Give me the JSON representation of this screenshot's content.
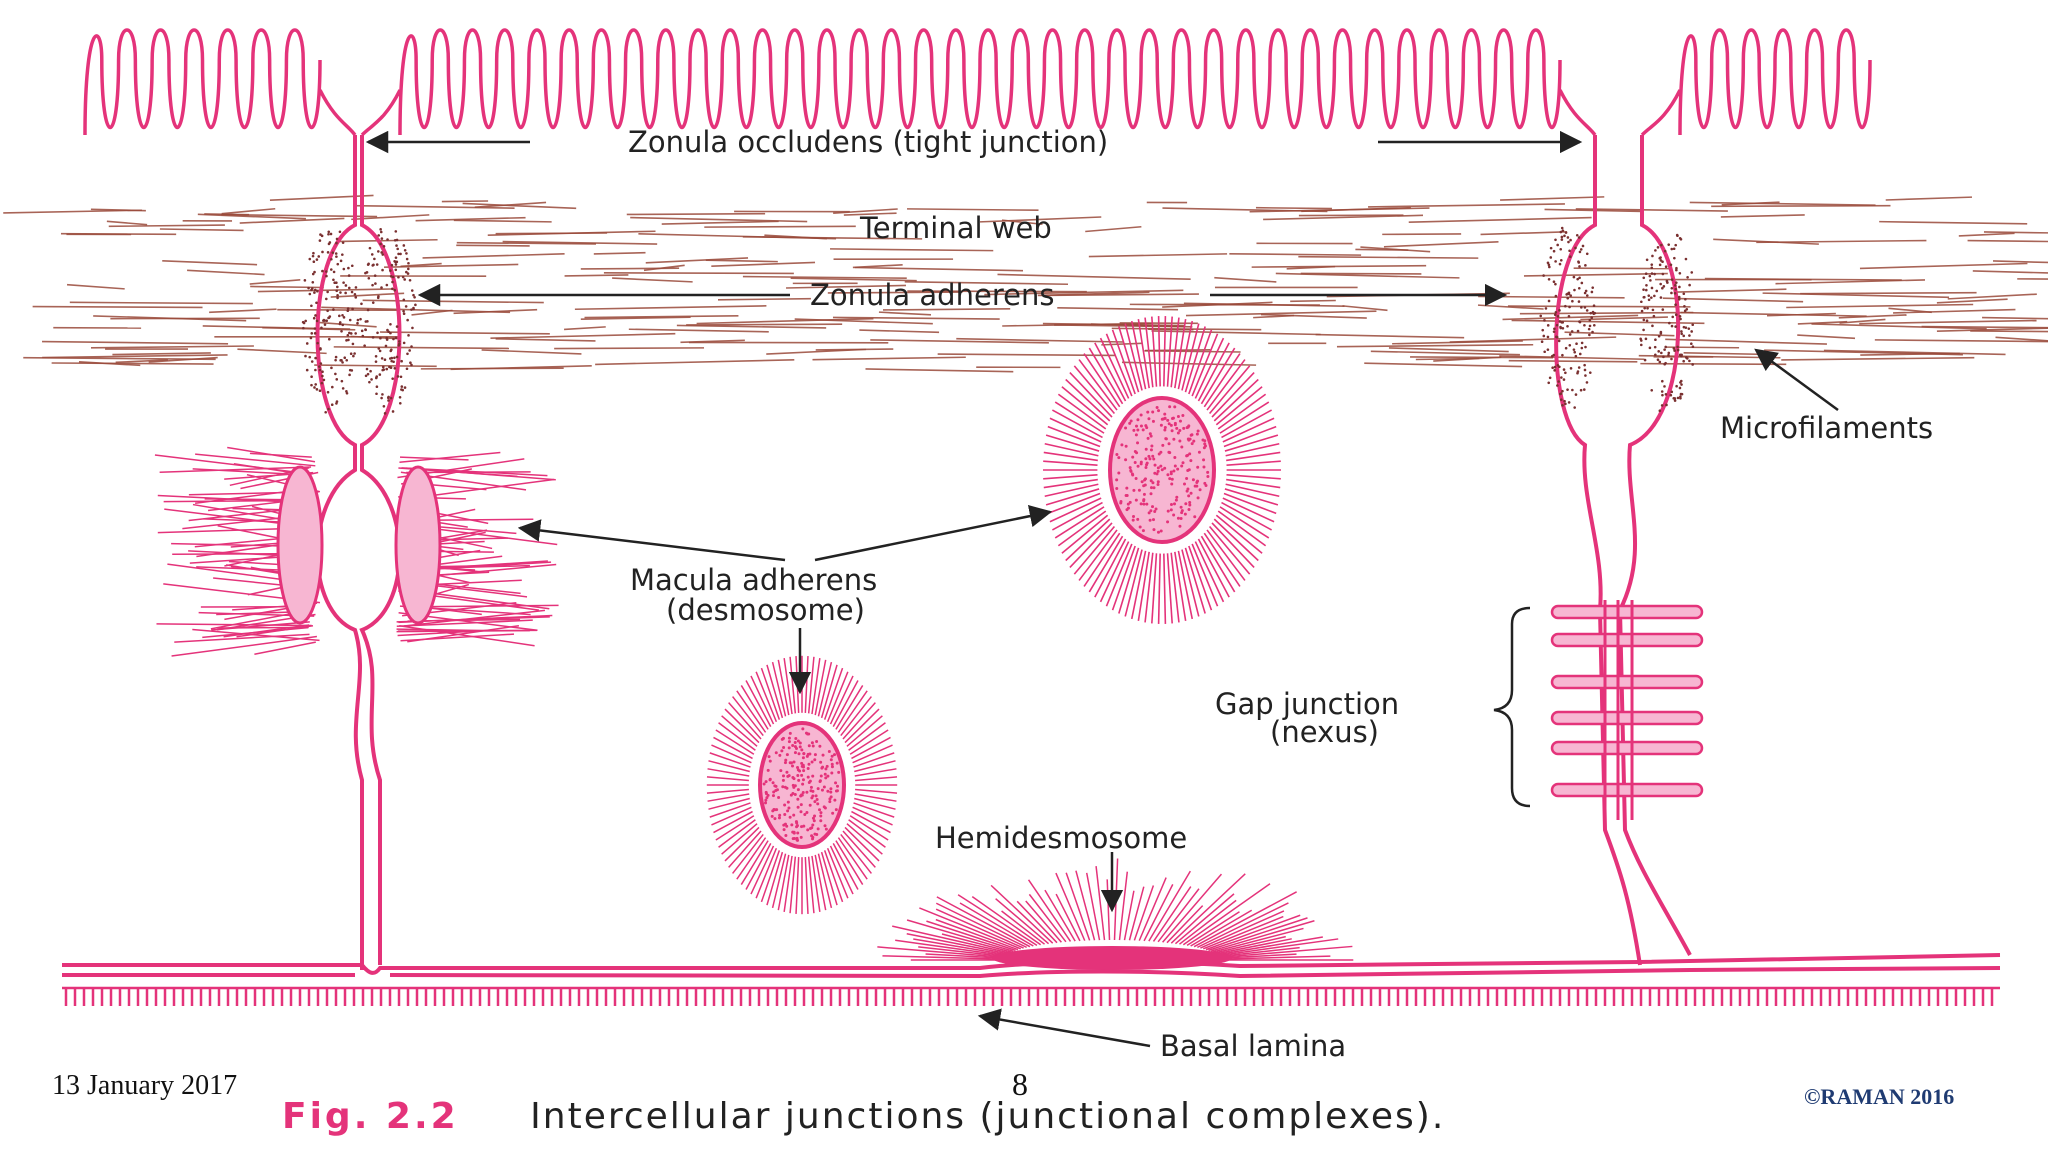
{
  "diagram": {
    "labels": {
      "zonula_occludens": "Zonula occludens (tight junction)",
      "terminal_web": "Terminal web",
      "zonula_adherens": "Zonula adherens",
      "microfilaments": "Microfilaments",
      "macula_line1": "Macula adherens",
      "macula_line2": "(desmosome)",
      "gap_line1": "Gap junction",
      "gap_line2": "(nexus)",
      "hemidesmosome": "Hemidesmosome",
      "basal_lamina": "Basal lamina"
    },
    "colors": {
      "membrane": "#e4337a",
      "membrane_light": "#f7b6d2",
      "filament": "#9a4a3a",
      "text": "#222222",
      "arrow": "#222222",
      "caption_fig": "#e4337a",
      "copyright": "#1f3b72"
    }
  },
  "caption": {
    "fig_label": "Fig. 2.2",
    "text": "Intercellular junctions (junctional complexes)."
  },
  "slide": {
    "date": "13 January 2017",
    "page_number": "8",
    "copyright": "©RAMAN 2016"
  }
}
